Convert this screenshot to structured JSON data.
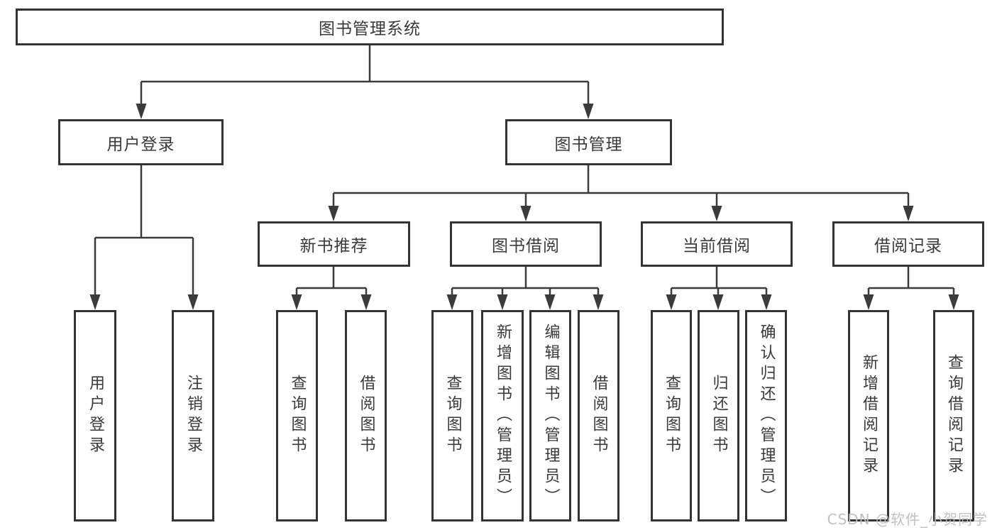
{
  "diagram": {
    "title": "图书管理系统",
    "nodes": [
      {
        "id": "root",
        "label": "图书管理系统",
        "parent": null
      },
      {
        "id": "user-login",
        "label": "用户登录",
        "parent": "root"
      },
      {
        "id": "book-mgmt",
        "label": "图书管理",
        "parent": "root"
      },
      {
        "id": "login",
        "label": "用户登录",
        "parent": "user-login"
      },
      {
        "id": "logout",
        "label": "注销登录",
        "parent": "user-login"
      },
      {
        "id": "new-book-rec",
        "label": "新书推荐",
        "parent": "book-mgmt"
      },
      {
        "id": "book-borrow",
        "label": "图书借阅",
        "parent": "book-mgmt"
      },
      {
        "id": "current-borrow",
        "label": "当前借阅",
        "parent": "book-mgmt"
      },
      {
        "id": "borrow-records",
        "label": "借阅记录",
        "parent": "book-mgmt"
      },
      {
        "id": "nbr-query",
        "label": "查询图书",
        "parent": "new-book-rec"
      },
      {
        "id": "nbr-borrow",
        "label": "借阅图书",
        "parent": "new-book-rec"
      },
      {
        "id": "bb-query",
        "label": "查询图书",
        "parent": "book-borrow"
      },
      {
        "id": "bb-add",
        "label": "新增图书（管理员）",
        "parent": "book-borrow"
      },
      {
        "id": "bb-edit",
        "label": "编辑图书（管理员）",
        "parent": "book-borrow"
      },
      {
        "id": "bb-borrow",
        "label": "借阅图书",
        "parent": "book-borrow"
      },
      {
        "id": "cb-query",
        "label": "查询图书",
        "parent": "current-borrow"
      },
      {
        "id": "cb-return",
        "label": "归还图书",
        "parent": "current-borrow"
      },
      {
        "id": "cb-confirm",
        "label": "确认归还（管理员）",
        "parent": "current-borrow"
      },
      {
        "id": "br-add",
        "label": "新增借阅记录",
        "parent": "borrow-records"
      },
      {
        "id": "br-query",
        "label": "查询借阅记录",
        "parent": "borrow-records"
      }
    ]
  },
  "watermark": {
    "text": "CSDN @软件_小贺同学"
  },
  "colors": {
    "line": "#3b3b3b",
    "box_border": "#333333",
    "text": "#3a3a3a",
    "background": "#ffffff",
    "watermark": "#bebebe"
  }
}
